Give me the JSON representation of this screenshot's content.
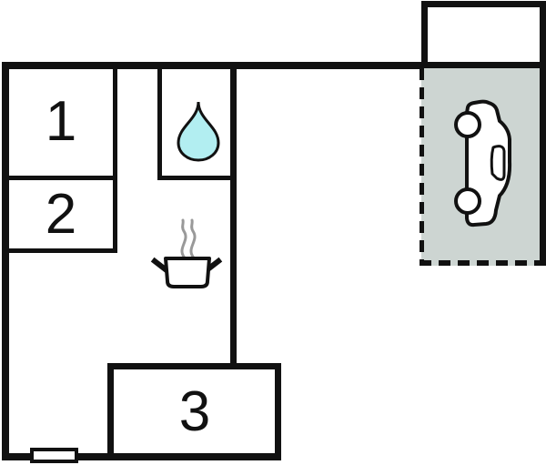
{
  "plan": {
    "type": "vacation-home-floor-plan",
    "rooms": [
      {
        "label": "1"
      },
      {
        "label": "2"
      },
      {
        "label": "3"
      }
    ],
    "areas": {
      "bathroom_icon": "water-drop",
      "kitchen_icon": "cooking-pot-with-steam",
      "carport_icon": "car-top-facing",
      "garage": "attached-garage-outline",
      "window": "bottom-wall-window"
    },
    "colors": {
      "wall": "#111111",
      "carport_fill": "#cdd5d2",
      "water_drop_fill": "#b2eef1",
      "steam": "#999999",
      "background": "#ffffff"
    }
  }
}
